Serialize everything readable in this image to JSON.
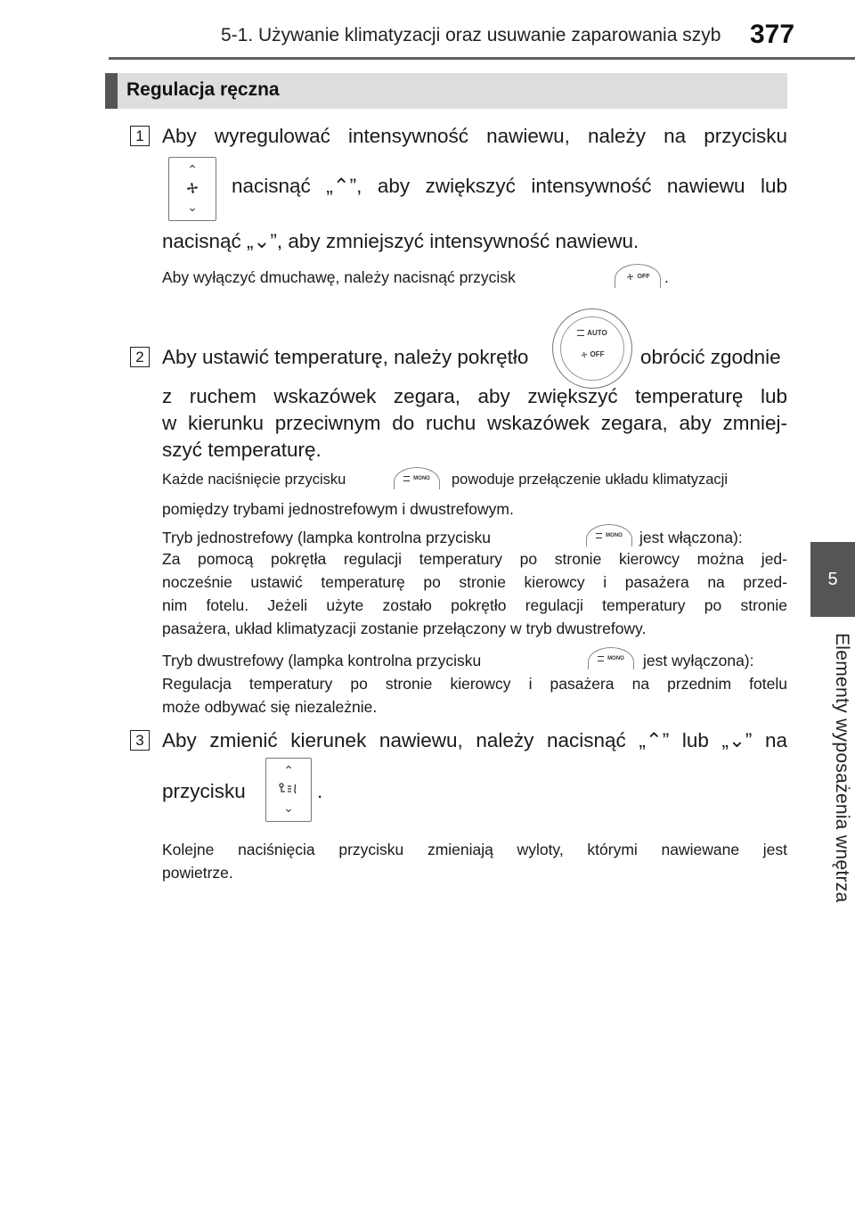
{
  "header": {
    "title": "5-1. Używanie klimatyzacji oraz usuwanie zaparowania szyb",
    "page_number": "377"
  },
  "side_tab": {
    "chapter": "5",
    "label": "Elementy wyposażenia wnętrza"
  },
  "section": {
    "title": "Regulacja ręczna"
  },
  "steps": {
    "s1": {
      "number": "1",
      "line1": "Aby wyregulować intensywność nawiewu, należy na przycisku",
      "line2": "nacisnąć „⌃”, aby zwiększyć intensywność nawiewu lub",
      "line3": "nacisnąć „⌄”, aby zmniejszyć intensywność nawiewu.",
      "note": "Aby wyłączyć dmuchawę, należy nacisnąć przycisk",
      "note_end": "."
    },
    "s2": {
      "number": "2",
      "line1_a": "Aby ustawić temperaturę, należy pokrętło",
      "line1_b": "obrócić zgodnie",
      "line2": "z ruchem wskazówek zegara, aby zwiększyć temperaturę lub",
      "line3": "w kierunku przeciwnym do ruchu wskazówek zegara, aby zmniej-",
      "line4": "szyć temperaturę.",
      "note1_a": "Każde naciśnięcie przycisku",
      "note1_b": "powoduje przełączenie układu klimatyzacji",
      "note1_c": "pomiędzy trybami jednostrefowym i dwustrefowym.",
      "note2_a": "Tryb jednostrefowy (lampka kontrolna przycisku",
      "note2_b": "jest włączona):",
      "note2_c": "Za pomocą pokrętła regulacji temperatury po stronie kierowcy można jed-",
      "note2_d": "nocześnie ustawić temperaturę po stronie kierowcy i pasażera na przed-",
      "note2_e": "nim fotelu. Jeżeli użyte zostało pokrętło regulacji temperatury po stronie",
      "note2_f": "pasażera, układ klimatyzacji zostanie przełączony w tryb dwustrefowy.",
      "note3_a": "Tryb dwustrefowy (lampka kontrolna przycisku",
      "note3_b": "jest wyłączona):",
      "note3_c": "Regulacja temperatury po stronie kierowcy i pasażera na przednim fotelu",
      "note3_d": "może odbywać się niezależnie."
    },
    "s3": {
      "number": "3",
      "line1": "Aby zmienić kierunek nawiewu, należy nacisnąć „⌃” lub „⌄” na",
      "line2_a": "przycisku",
      "line2_b": ".",
      "note1": "Kolejne naciśnięcia przycisku zmieniają wyloty, którymi nawiewane jest",
      "note2": "powietrze."
    }
  },
  "button_labels": {
    "off": "OFF",
    "auto": "AUTO",
    "mono": "MONO"
  },
  "colors": {
    "rule": "#5f5f5f",
    "tab": "#555555",
    "section_bg": "#dedede"
  }
}
